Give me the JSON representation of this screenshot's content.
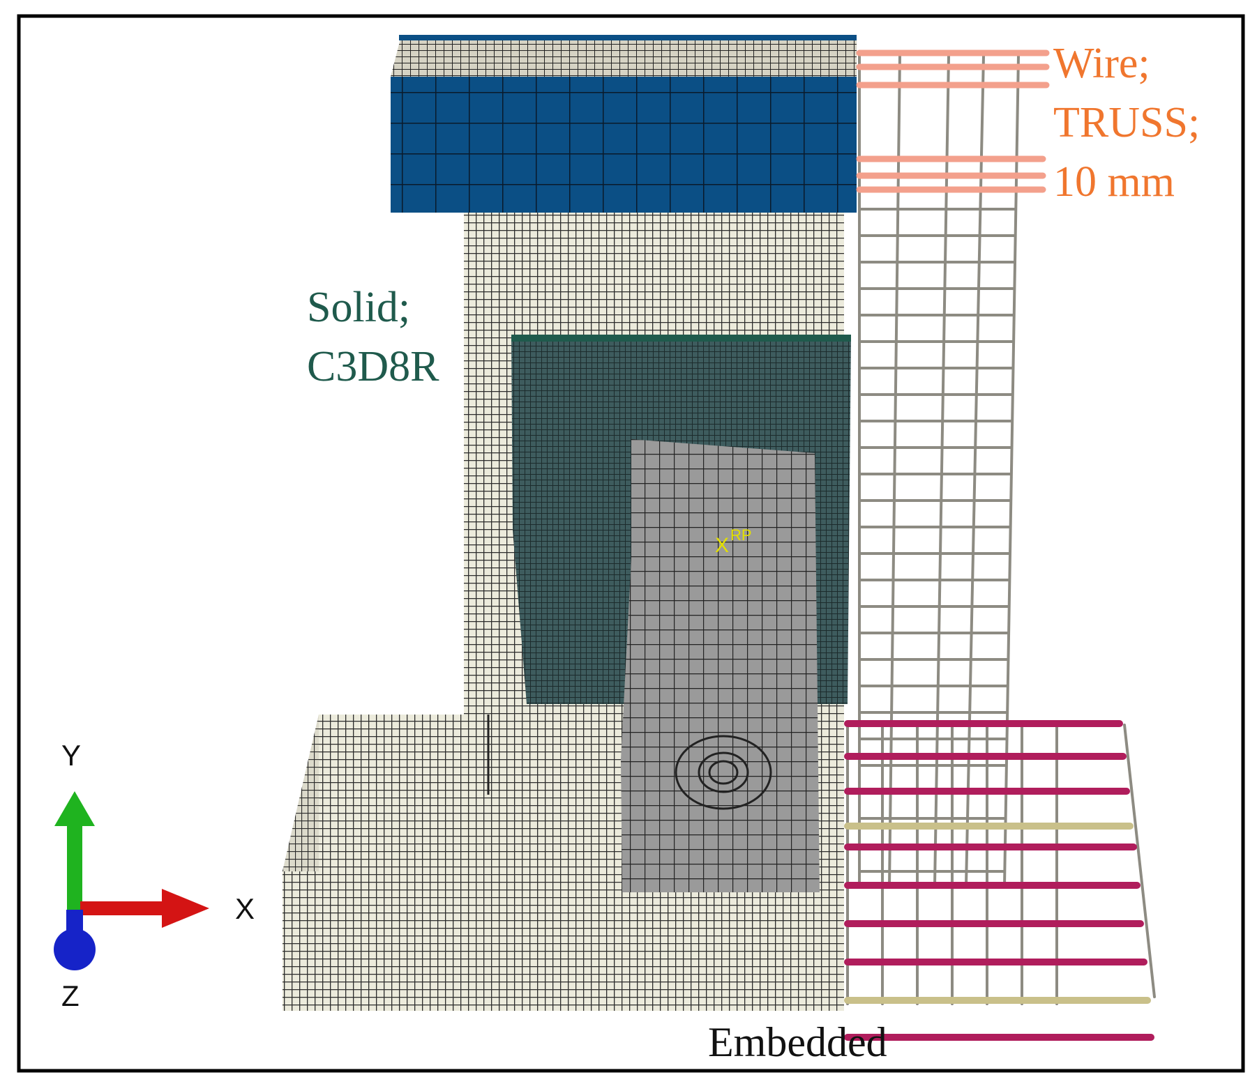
{
  "labels": {
    "wire_line1": "Wire;",
    "wire_line2": "TRUSS;",
    "wire_line3": "10 mm",
    "solid_line1": "Solid;",
    "solid_line2": "C3D8R",
    "embedded": "Embedded",
    "rp_cross": "X",
    "rp_text": "RP"
  },
  "triad": {
    "y": "Y",
    "x": "X",
    "z": "Z"
  },
  "colors": {
    "wire_label": "#f0762e",
    "solid_label": "#1f5a4c",
    "concrete_mesh": "#ecebdc",
    "mesh_line": "#2b2b2b",
    "top_block": "#0b4f85",
    "dark_panel": "#2f4a4c",
    "plate": "#8e8e8e",
    "stirrup": "#8d8b82",
    "top_rebar": "#f3a08c",
    "base_rebar": "#b01d5c",
    "base_rebar_light": "#c9c08a",
    "rp_marker": "#e3e000",
    "axis_y": "#1fb31f",
    "axis_x": "#d41414",
    "axis_z": "#1623c8"
  }
}
